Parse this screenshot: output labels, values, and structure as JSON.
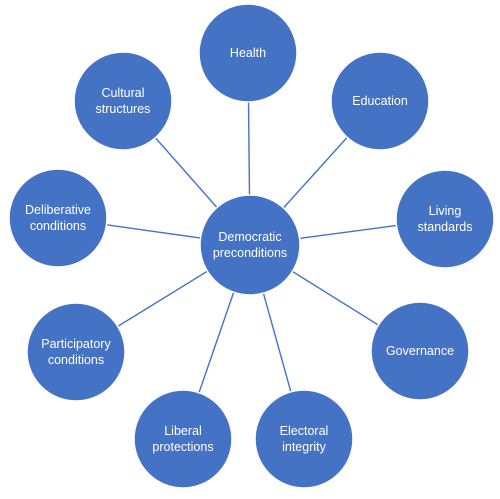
{
  "colors": {
    "node_fill": "#4472C4",
    "node_stroke": "#ffffff",
    "connector": "#4472C4",
    "text": "#ffffff"
  },
  "center": {
    "label": "Democratic\npreconditions"
  },
  "nodes": [
    {
      "id": "health",
      "label": "Health"
    },
    {
      "id": "education",
      "label": "Education"
    },
    {
      "id": "living-standards",
      "label": "Living\nstandards"
    },
    {
      "id": "governance",
      "label": "Governance"
    },
    {
      "id": "electoral-integrity",
      "label": "Electoral\nintegrity"
    },
    {
      "id": "liberal-protections",
      "label": "Liberal\nprotections"
    },
    {
      "id": "participatory-conditions",
      "label": "Participatory\nconditions"
    },
    {
      "id": "deliberative-conditions",
      "label": "Deliberative\nconditions"
    },
    {
      "id": "cultural-structures",
      "label": "Cultural\nstructures"
    }
  ]
}
